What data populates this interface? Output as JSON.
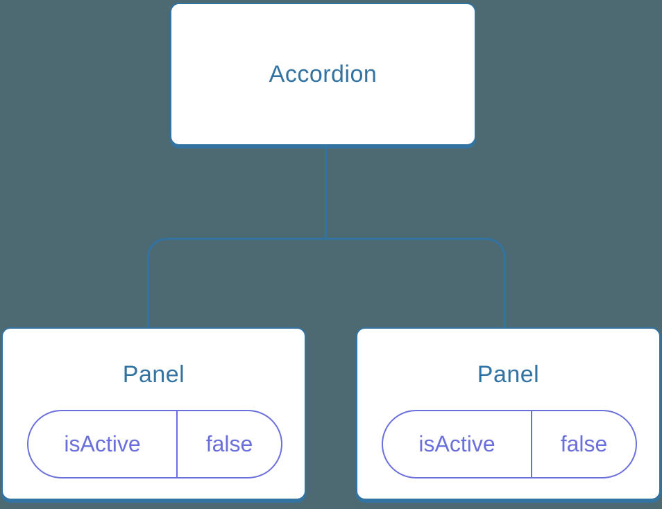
{
  "colors": {
    "background": "#4D6972",
    "node_blue": "#3273A2",
    "state_purple": "#6A6FDC"
  },
  "tree": {
    "root": {
      "label": "Accordion"
    },
    "children": [
      {
        "label": "Panel",
        "state": {
          "key": "isActive",
          "value": "false"
        }
      },
      {
        "label": "Panel",
        "state": {
          "key": "isActive",
          "value": "false"
        }
      }
    ]
  }
}
